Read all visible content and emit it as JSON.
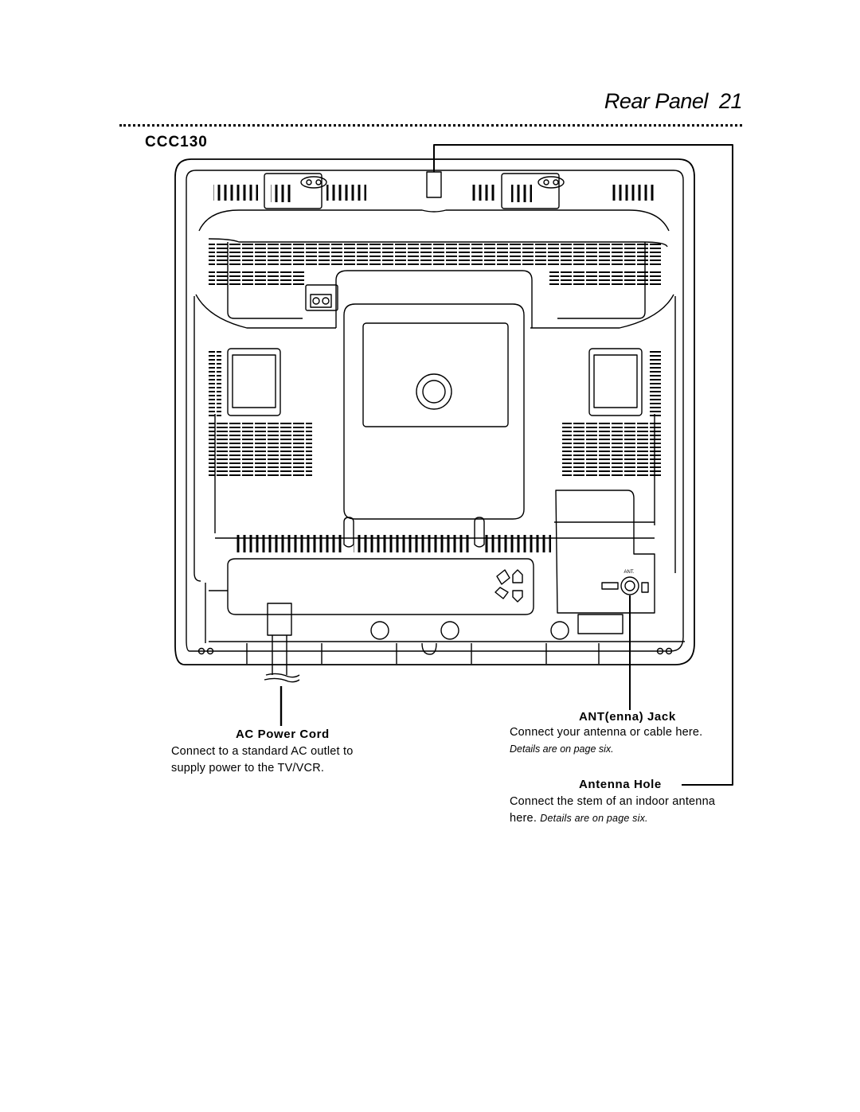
{
  "header": {
    "section_title": "Rear Panel",
    "page_number": "21"
  },
  "model": "CCC130",
  "panel": {
    "ant_jack_label": "ANT."
  },
  "callouts": {
    "ac_power_cord": {
      "heading": "AC Power Cord",
      "body_line1": "Connect to a standard AC outlet to",
      "body_line2": "supply power to the TV/VCR."
    },
    "ant_jack": {
      "heading": "ANT(enna) Jack",
      "body": "Connect your antenna or cable here.",
      "detail": "Details are on page six."
    },
    "antenna_hole": {
      "heading": "Antenna Hole",
      "body_line1": "Connect the stem of an indoor antenna",
      "body_line2_prefix": "here.",
      "detail": "Details are on page six."
    }
  }
}
